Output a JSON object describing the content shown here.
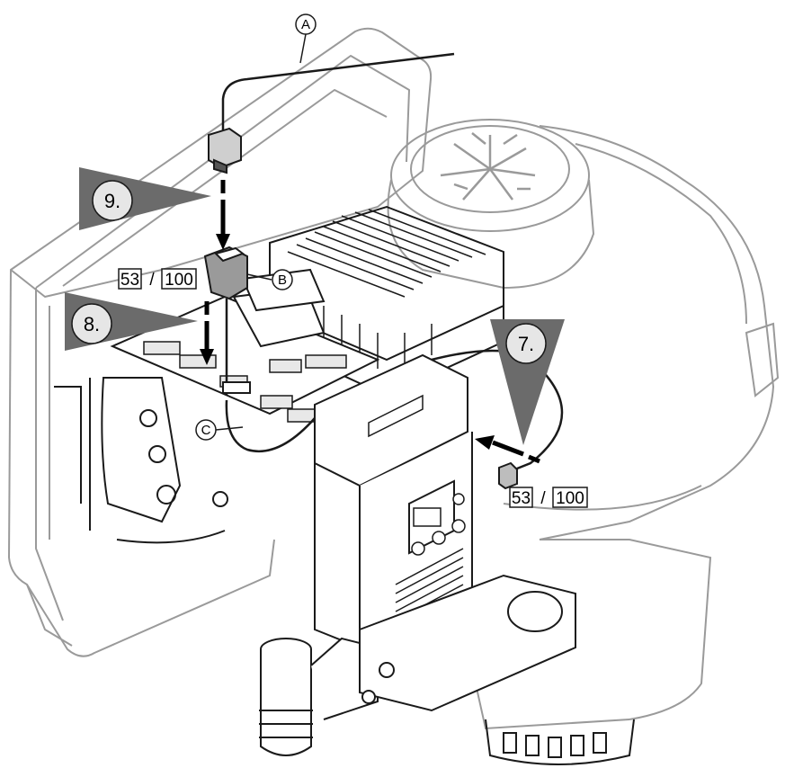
{
  "callouts": {
    "a": "A",
    "b": "B",
    "c": "C"
  },
  "steps": {
    "s7": "7.",
    "s8": "8.",
    "s9": "9."
  },
  "refs": {
    "left": {
      "first": "53",
      "sep": "/",
      "second": "100"
    },
    "right": {
      "first": "53",
      "sep": "/",
      "second": "100"
    }
  },
  "colors": {
    "line": "#1a1a1a",
    "light_line": "#9a9a9a",
    "arrow_fill": "#6b6b6b",
    "circle_fill": "#e6e6e6"
  }
}
